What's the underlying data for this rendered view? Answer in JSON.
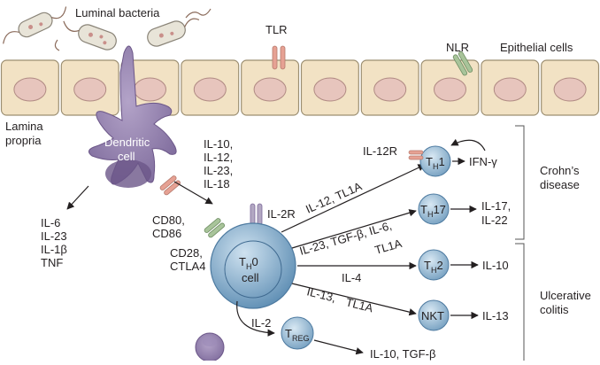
{
  "labels": {
    "luminal_bacteria": "Luminal bacteria",
    "tlr": "TLR",
    "nlr": "NLR",
    "epithelial_cells": "Epithelial cells",
    "lamina_propria_1": "Lamina",
    "lamina_propria_2": "propria",
    "dendritic_cell_1": "Dendritic",
    "dendritic_cell_2": "cell",
    "dc_cytokines": [
      "IL-10,",
      "IL-12,",
      "IL-23,",
      "IL-18"
    ],
    "dc_secreted": [
      "IL-6",
      "IL-23",
      "IL-1β",
      "TNF"
    ],
    "cd80_cd86": [
      "CD80,",
      "CD86"
    ],
    "cd28_ctla4": [
      "CD28,",
      "CTLA4"
    ],
    "il2r": "IL-2R",
    "il12r": "IL-12R",
    "th0_main": "T",
    "th0_sub": "H",
    "th0_tail": "0",
    "th0_cell": "cell",
    "th1_main": "T",
    "th1_sub": "H",
    "th1_tail": "1",
    "th17_main": "T",
    "th17_sub": "H",
    "th17_tail": "17",
    "th2_main": "T",
    "th2_sub": "H",
    "th2_tail": "2",
    "nkt": "NKT",
    "treg_main": "T",
    "treg_sub": "REG",
    "arrow_th1": "IL-12, TL1A",
    "arrow_th17_1": "IL-23, TGF-β, IL-6,",
    "arrow_th17_2": "TL1A",
    "arrow_th2": "IL-4",
    "arrow_nkt_1": "IL-13,",
    "arrow_nkt_2": "TL1A",
    "arrow_treg": "IL-2",
    "out_th1": "IFN-γ",
    "out_th17": [
      "IL-17,",
      "IL-22"
    ],
    "out_th2": "IL-10",
    "out_nkt": "IL-13",
    "out_treg": "IL-10, TGF-β",
    "crohns_1": "Crohn’s",
    "crohns_2": "disease",
    "uc_1": "Ulcerative",
    "uc_2": "colitis"
  },
  "colors": {
    "epithelium_fill": "#f2e2c4",
    "nucleus": "#e7c5bd",
    "dendritic": "#8c78a8",
    "dendritic_nucleus": "#6b5688",
    "tcell": "#8fb6d6",
    "tcell_dark": "#5d8db3",
    "receptor_pink": "#e6a193",
    "receptor_green": "#a8c49a"
  }
}
